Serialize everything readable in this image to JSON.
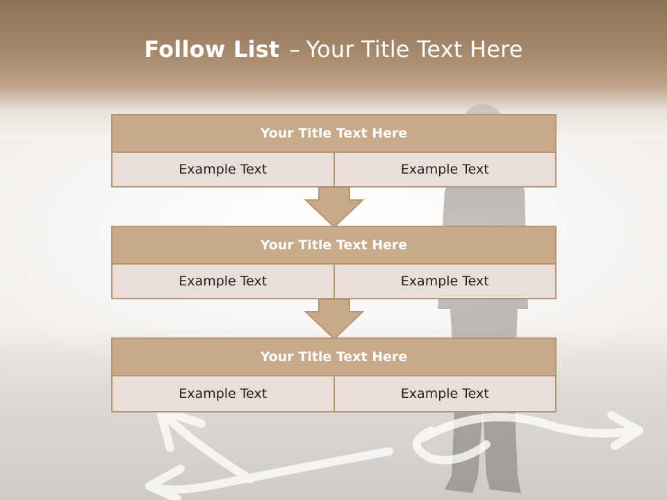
{
  "slide": {
    "title_bold": "Follow List",
    "title_sep": "–",
    "title_rest": "Your Title Text Here"
  },
  "steps": [
    {
      "title": "Your Title Text Here",
      "left": "Example Text",
      "right": "Example Text"
    },
    {
      "title": "Your Title Text Here",
      "left": "Example Text",
      "right": "Example Text"
    },
    {
      "title": "Your Title Text Here",
      "left": "Example Text",
      "right": "Example Text"
    }
  ],
  "colors": {
    "header_fill": "#c8a98a",
    "border": "#b8956f",
    "cell_fill": "#e9ded8",
    "top_band": "#8c7257"
  },
  "icons": [
    "down-arrow-icon",
    "down-arrow-icon"
  ]
}
